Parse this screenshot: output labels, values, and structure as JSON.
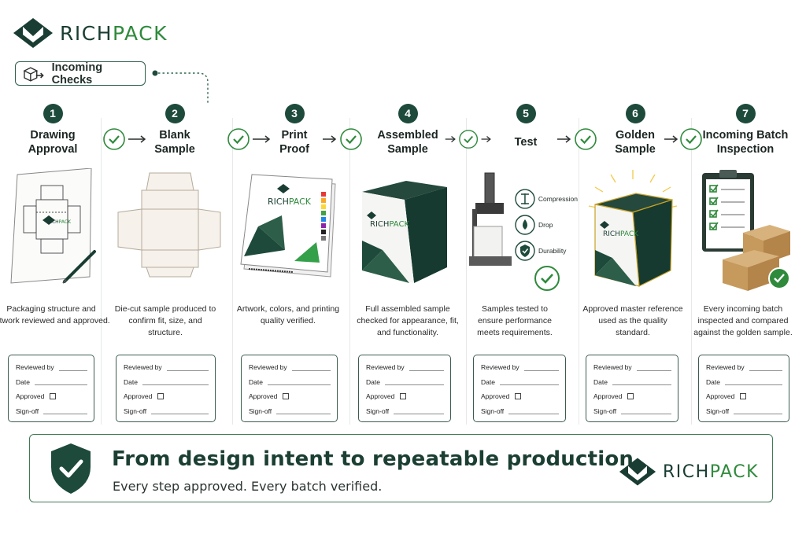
{
  "brand": {
    "logo_part1": "RICH",
    "logo_part2": "PACK",
    "colors": {
      "dark_green": "#1d4a3b",
      "accent_green": "#2f8a3c"
    }
  },
  "incoming_checks": {
    "label": "Incoming Checks",
    "icon": "box-arrow-icon"
  },
  "steps": [
    {
      "number": "1",
      "title": "Drawing Approval",
      "description": "Packaging structure and artwork reviewed and approved."
    },
    {
      "number": "2",
      "title": "Blank Sample",
      "description": "Die-cut sample produced to confirm fit, size, and structure."
    },
    {
      "number": "3",
      "title": "Print Proof",
      "description": "Artwork, colors, and printing quality verified."
    },
    {
      "number": "4",
      "title": "Assembled Sample",
      "description": "Full assembled sample checked for appearance, fit, and functionality."
    },
    {
      "number": "5",
      "title": "Test",
      "description": "Samples tested to ensure performance meets requirements."
    },
    {
      "number": "6",
      "title": "Golden Sample",
      "description": "Approved master reference used as the quality standard."
    },
    {
      "number": "7",
      "title": "Incoming Batch Inspection",
      "description": "Every incoming batch inspected and compared against the golden sample."
    }
  ],
  "tests": [
    "Compression",
    "Drop",
    "Durability"
  ],
  "form": {
    "reviewed_by": "Reviewed by",
    "date": "Date",
    "approved": "Approved",
    "sign_off": "Sign-off"
  },
  "banner": {
    "headline": "From design intent to repeatable production.",
    "subline": "Every step approved. Every batch verified."
  }
}
